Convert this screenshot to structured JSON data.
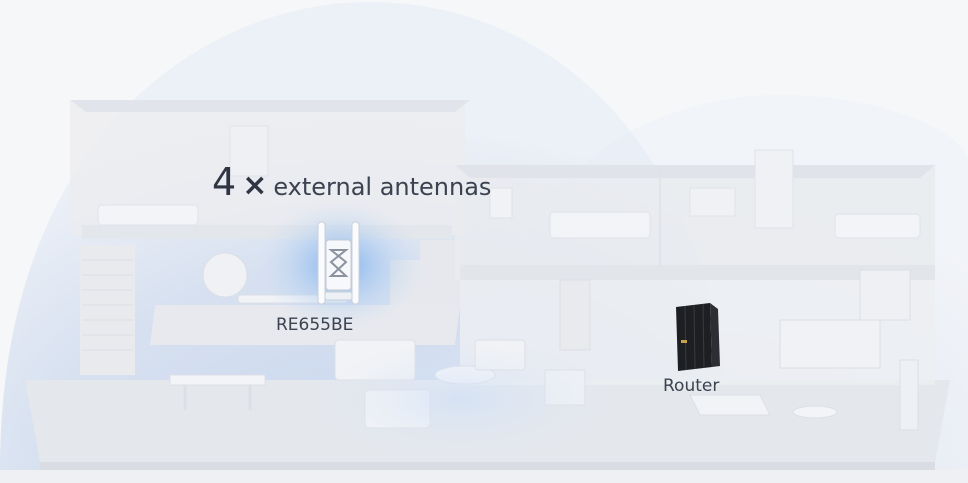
{
  "headline": {
    "number": "4",
    "times_symbol": "×",
    "text": "external antennas"
  },
  "extender": {
    "label": "RE655BE",
    "icon": "range-extender-icon"
  },
  "router": {
    "label": "Router",
    "icon": "router-icon"
  },
  "colors": {
    "coverage_dome": "#b8c8e4",
    "signal_glow": "#7fb1ea",
    "walls": "#e9ecf1",
    "furniture": "#f4f5f8",
    "router_body": "#1e1f22",
    "text": "#3b4250"
  }
}
